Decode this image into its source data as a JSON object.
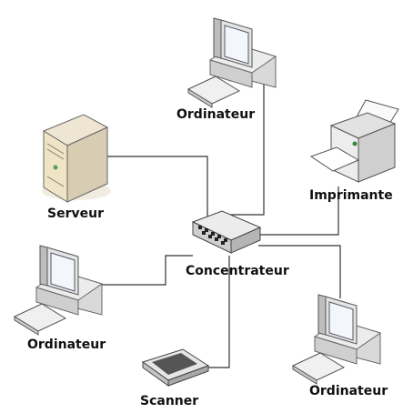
{
  "nodes": {
    "top_computer": "Ordinateur",
    "server": "Serveur",
    "printer": "Imprimante",
    "hub": "Concentrateur",
    "left_computer": "Ordinateur",
    "scanner": "Scanner",
    "right_computer": "Ordinateur"
  },
  "colors": {
    "line": "#333333",
    "background": "#ffffff"
  },
  "icons": [
    "computer-icon",
    "server-icon",
    "printer-icon",
    "hub-icon",
    "scanner-icon"
  ]
}
